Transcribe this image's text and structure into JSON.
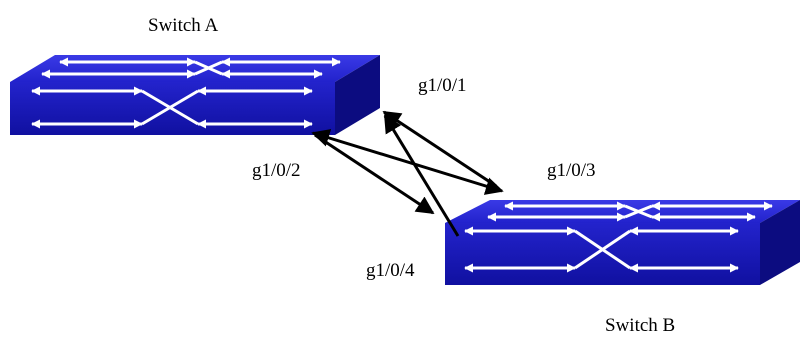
{
  "switches": [
    {
      "id": "a",
      "name": "Switch A"
    },
    {
      "id": "b",
      "name": "Switch B"
    }
  ],
  "ports": {
    "a_port1": "g1/0/1",
    "a_port2": "g1/0/2",
    "b_port3": "g1/0/3",
    "b_port4": "g1/0/4"
  },
  "links": [
    {
      "from": "g1/0/2",
      "to": "g1/0/3"
    },
    {
      "from": "g1/0/1",
      "to": "g1/0/4"
    }
  ],
  "colors": {
    "switch_top": "#2b2bd9",
    "switch_front": "#1818b8",
    "switch_side": "#0c0c80",
    "arrow_white": "#ffffff",
    "link_line": "#000000"
  }
}
